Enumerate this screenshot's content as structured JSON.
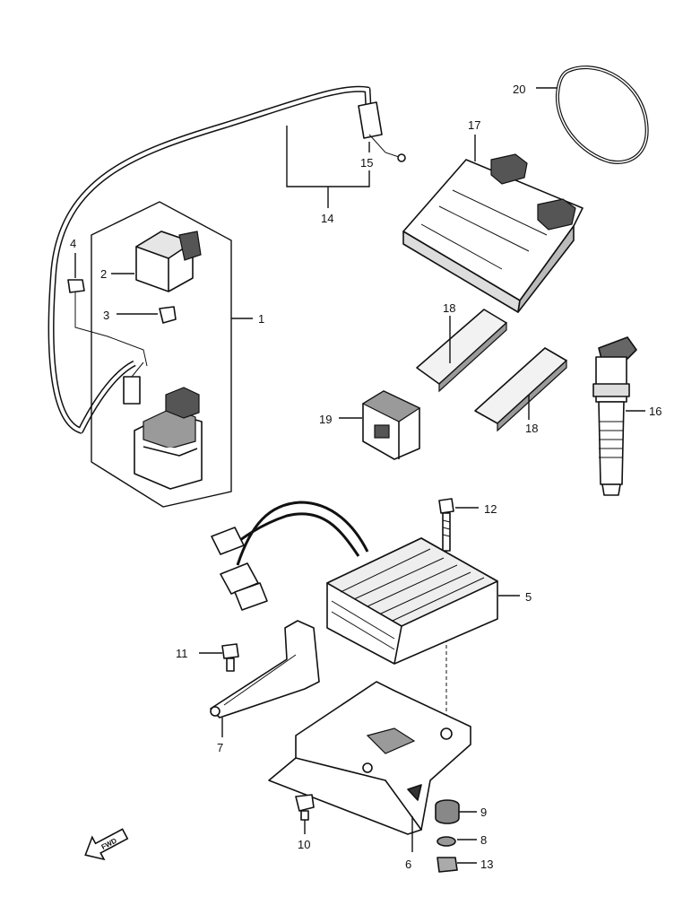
{
  "callouts": {
    "c1": "1",
    "c2": "2",
    "c3": "3",
    "c4": "4",
    "c5": "5",
    "c6": "6",
    "c7": "7",
    "c8": "8",
    "c9": "9",
    "c10": "10",
    "c11": "11",
    "c12": "12",
    "c13": "13",
    "c14": "14",
    "c15": "15",
    "c16": "16",
    "c17": "17",
    "c18a": "18",
    "c18b": "18",
    "c19": "19",
    "c20": "20"
  },
  "front_marker": "FWD"
}
